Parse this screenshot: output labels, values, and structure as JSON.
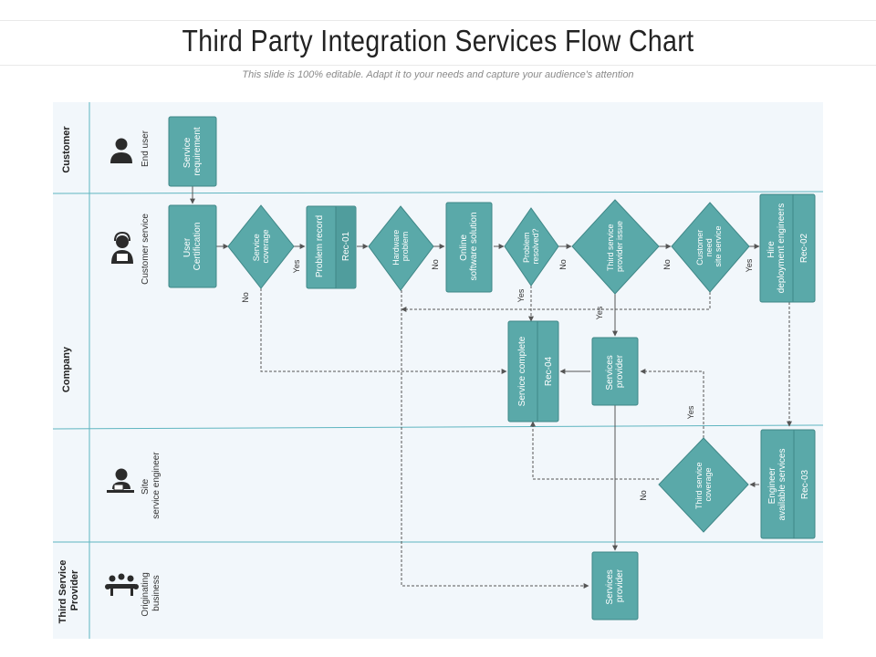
{
  "title": "Third Party Integration Services Flow Chart",
  "subtitle": "This slide is 100% editable. Adapt it to your needs and capture your audience's attention",
  "colors": {
    "box": "#5aa9a9",
    "box_edge": "#3f8787",
    "lane_line": "#5fb5c0",
    "lane_bg": "#f2f7fb",
    "connector": "#555555"
  },
  "lanes": {
    "customer": "Customer",
    "company": "Company",
    "third_service_provider": [
      "Third Service",
      "Provider"
    ]
  },
  "roles": {
    "end_user": "End user",
    "customer_service": "Customer service",
    "site_service_engineer": [
      "Site",
      "service engineer"
    ],
    "originating_business": [
      "Originating",
      "business"
    ]
  },
  "icons": {
    "end_user": "user-icon",
    "customer_service": "support-agent-icon",
    "site_service_engineer": "engineer-at-desk-icon",
    "originating_business": "meeting-group-icon"
  },
  "nodes": {
    "service_requirement": [
      "Service",
      "requirement"
    ],
    "user_certification": [
      "User",
      "Certification"
    ],
    "service_coverage": [
      "Service",
      "coverage"
    ],
    "problem_record": "Problem record",
    "rec01": "Rec-01",
    "hardware_problem": [
      "Hardware",
      "problem"
    ],
    "online_software_solution": [
      "Online",
      "software solution"
    ],
    "problem_resolved": [
      "Problem",
      "resolved?"
    ],
    "third_service_provider_issue": [
      "Third service",
      "provider issue"
    ],
    "customer_need_site_service": [
      "Customer",
      "need",
      "site service"
    ],
    "hire_deployment_engineers": [
      "Hire",
      "deployment engineers"
    ],
    "rec02": "Rec-02",
    "service_complete": "Service complete",
    "rec04": "Rec-04",
    "services_provider_company": [
      "Services",
      "provider"
    ],
    "third_service_coverage": [
      "Third service",
      "coverage"
    ],
    "engineer_available_services": [
      "Engineer",
      "available services"
    ],
    "rec03": "Rec-03",
    "services_provider_third_party": [
      "Services",
      "provider"
    ]
  },
  "connector_labels": {
    "service_coverage_yes": "Yes",
    "service_coverage_no": "No",
    "hardware_problem_no": "No",
    "problem_resolved_no": "No",
    "problem_resolved_yes": "Yes",
    "third_service_provider_issue_no": "No",
    "third_service_provider_issue_yes": "Yes",
    "customer_need_site_service_yes": "Yes",
    "third_service_coverage_yes": "Yes",
    "third_service_coverage_no": "No"
  }
}
